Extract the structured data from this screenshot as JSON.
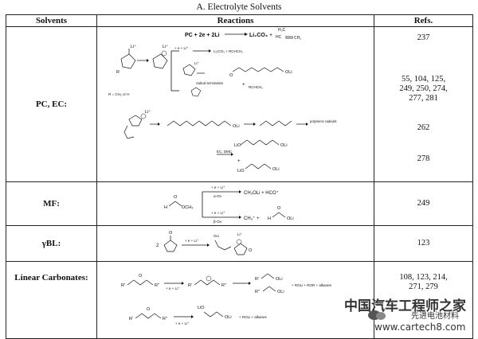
{
  "title": "A. Electrolyte Solvents",
  "headers": {
    "solvents": "Solvents",
    "reactions": "Reactions",
    "refs": "Refs."
  },
  "rows": [
    {
      "solvent": "PC, EC:",
      "refs": [
        "237",
        "55, 104, 125,",
        "249, 250, 274,",
        "277, 281",
        "262",
        "278"
      ]
    },
    {
      "solvent": "MF:",
      "refs": [
        "249"
      ]
    },
    {
      "solvent": "γBL:",
      "refs": [
        "123"
      ]
    },
    {
      "solvent": "Linear Carbonates:",
      "refs": [
        "108, 123, 214,",
        "271, 279"
      ]
    }
  ],
  "reactions": {
    "pc1_lhs": "PC + 2e + 2Li",
    "pc1_p1": "Li₂CO₃",
    "pc1_h3c": "H₃C",
    "pc1_hc": "HC",
    "pc1_ch2": "CH₂",
    "pc_li": "Li⁺",
    "pc_r": "R",
    "pc_r_def": "R = CH₃ or H",
    "pc_e_li": "+ e + Li⁺",
    "pc_li2co3": "Li₂CO₃ + RCHCH₂",
    "pc_radical": "radical termination",
    "pc_rchch2": "RCHCH₂",
    "pc_oli": "OLi",
    "pc_polymeric": "polymeric radicals",
    "pc_ec_dmc": "EC, DMC",
    "pc_lio": "LiO",
    "mf_e_li": "+ e + Li⁺",
    "mf_path1": "α-Ox",
    "mf_path2": "β-Ox",
    "mf_p1": "CH₃OLi + HCO⁺",
    "mf_p2": "CH₃⁺ +",
    "mf_h": "H",
    "mf_och3": "OCH₃",
    "mf_oli": "OLi",
    "gbl_e_li": "+ e + Li⁺",
    "gbl_oli": "OLi",
    "gbl_li": "Li⁺",
    "gbl_two": "2",
    "lc_r": "R'",
    "lc_r2": "R''",
    "lc_e_li": "+ e + Li⁺",
    "lc_p1": "+ ROLi + ROR + alkanes",
    "lc_lio": "LiO",
    "lc_oli": "OLi",
    "lc_p2": "+ ROLi + alkanes"
  },
  "watermark": {
    "line1": "中国汽车工程师之家",
    "line2": "先进电池材料",
    "line3": "www.cartech8.com"
  }
}
